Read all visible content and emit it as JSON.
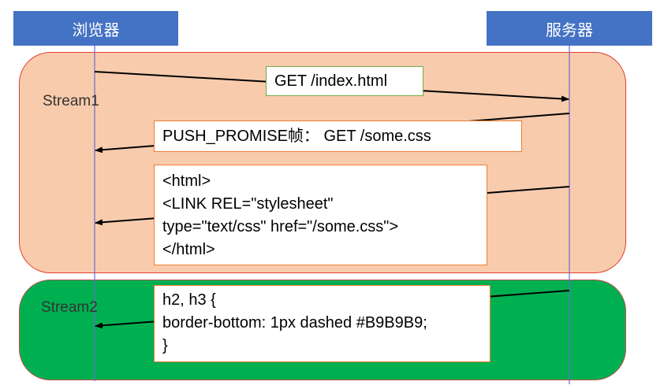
{
  "actors": {
    "browser": "浏览器",
    "server": "服务器"
  },
  "streams": [
    {
      "label": "Stream1"
    },
    {
      "label": "Stream2"
    }
  ],
  "messages": {
    "get_request": "GET /index.html",
    "push_promise": "PUSH_PROMISE帧： GET /some.css",
    "html_response": [
      "<html>",
      "<LINK REL=\"stylesheet\"",
      "type=\"text/css\" href=\"/some.css\">",
      "</html>"
    ],
    "css_push": [
      "h2, h3 {",
      "border-bottom: 1px dashed #B9B9B9;",
      "}"
    ]
  },
  "colors": {
    "actor_fill": "#4472C4",
    "stream1_fill": "#F8CBAD",
    "stream1_border": "#E03C31",
    "stream2_fill": "#00B050",
    "get_box_border": "#70AD47",
    "message_box_border": "#ED7D31",
    "lifeline": "#6B6BD0"
  }
}
